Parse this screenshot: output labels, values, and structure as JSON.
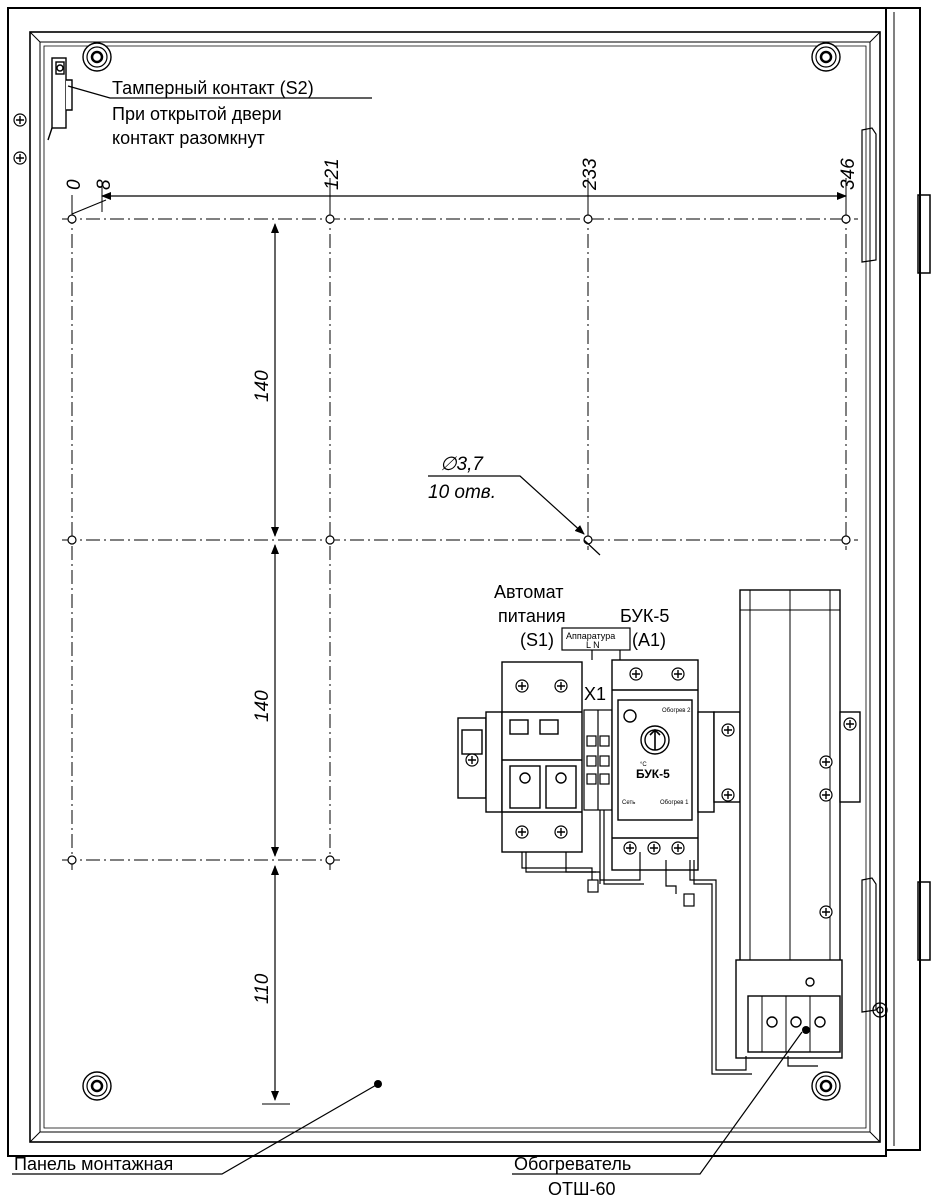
{
  "labels": {
    "tamper_line1": "Тамперный контакт (S2)",
    "tamper_line2": "При открытой двери",
    "tamper_line3": "контакт разомкнут",
    "breaker_line1": "Автомат",
    "breaker_line2": "питания",
    "breaker_line3": "(S1)",
    "controller_name": "БУК-5",
    "controller_ref": "(A1)",
    "terminal_ref": "X1",
    "apparatus_tag_top": "Аппаратура",
    "apparatus_tag_bottom": "L   N",
    "mounting_panel": "Панель монтажная",
    "heater_line1": "Обогреватель",
    "heater_line2": "ОТШ-60",
    "module_text": "БУК-5",
    "module_power": "Сеть",
    "module_heat1": "Обогрев 1",
    "module_heat2": "Обогрев 2",
    "module_unit": "°C"
  },
  "dimensions": {
    "x_marks": [
      "0",
      "8",
      "121",
      "233",
      "346"
    ],
    "vertical": [
      "140",
      "140",
      "110"
    ],
    "hole_diameter": "∅3,7",
    "hole_count": "10 отв."
  },
  "colors": {
    "line": "#000000",
    "background": "#ffffff"
  }
}
